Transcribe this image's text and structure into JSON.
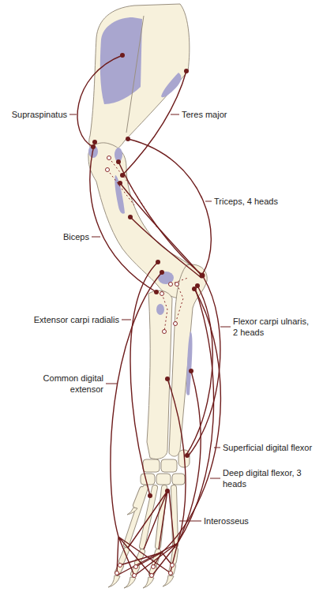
{
  "diagram": {
    "labels": [
      "Supraspinatus",
      "Teres major",
      "Triceps, 4 heads",
      "Biceps",
      "Extensor carpi radialis",
      "Flexor carpi ulnaris, 2 heads",
      "Common digital extensor",
      "Superficial digital flexor",
      "Deep digital flexor, 3 heads",
      "Interosseus"
    ]
  }
}
